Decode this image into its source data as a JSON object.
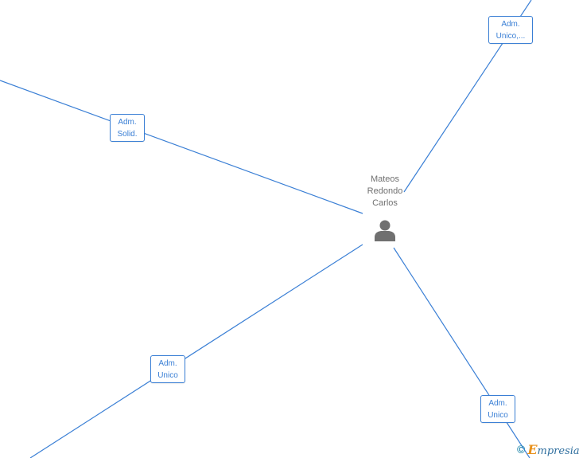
{
  "center": {
    "name_lines": [
      "Mateos",
      "Redondo",
      "Carlos"
    ],
    "icon": "person-icon"
  },
  "roles": [
    {
      "lines": [
        "Adm.",
        "Unico,..."
      ]
    },
    {
      "lines": [
        "Adm.",
        "Solid."
      ]
    },
    {
      "lines": [
        "Adm.",
        "Unico"
      ]
    },
    {
      "lines": [
        "Adm.",
        "Unico"
      ]
    }
  ],
  "brand": {
    "copyright_symbol": "©",
    "initial": "E",
    "rest": "mpresia"
  },
  "colors": {
    "edge": "#3a7fd5",
    "node_text": "#707070",
    "brand_orange": "#e8901a"
  }
}
